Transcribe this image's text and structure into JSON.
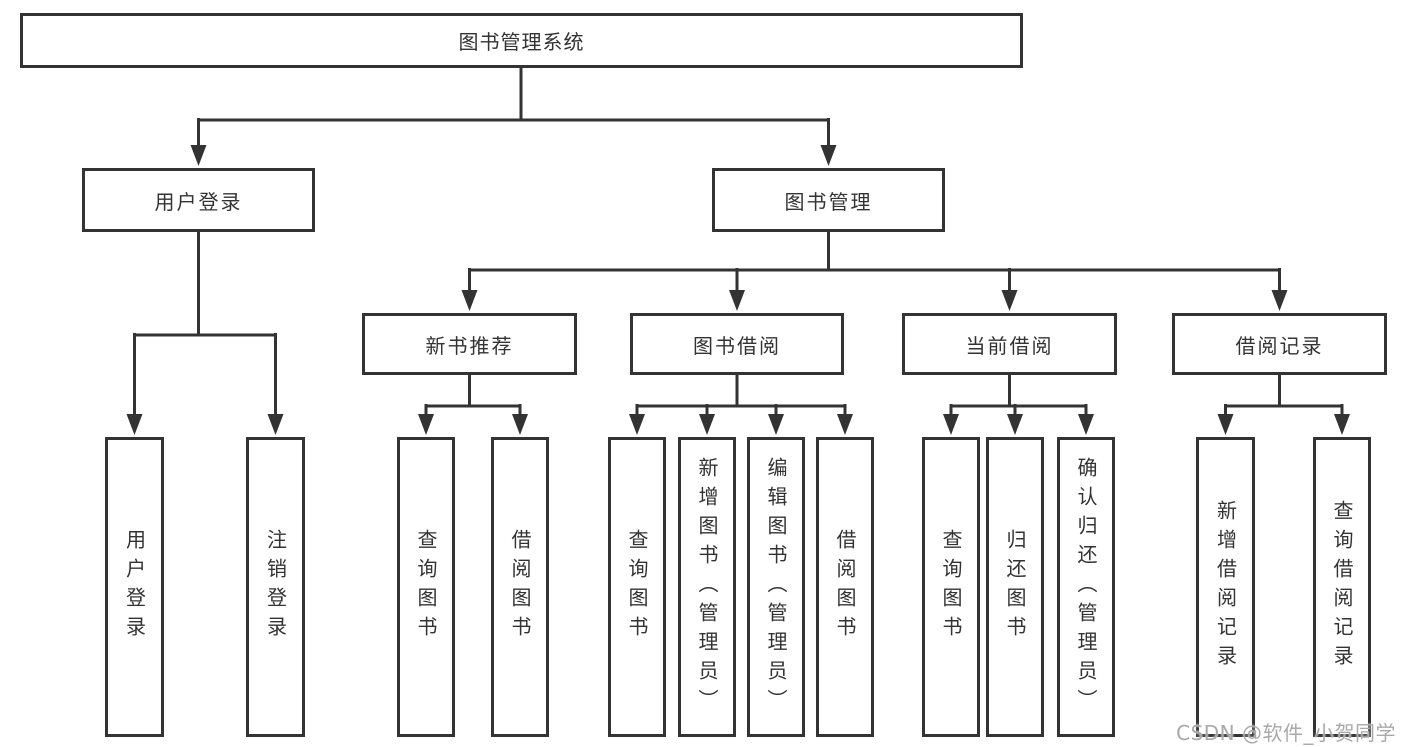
{
  "diagram": {
    "root": {
      "label": "图书管理系统"
    },
    "children": [
      {
        "label": "用户登录",
        "children": [
          {
            "label": "用户登录"
          },
          {
            "label": "注销登录"
          }
        ]
      },
      {
        "label": "图书管理",
        "children": [
          {
            "label": "新书推荐",
            "children": [
              {
                "label": "查询图书"
              },
              {
                "label": "借阅图书"
              }
            ]
          },
          {
            "label": "图书借阅",
            "children": [
              {
                "label": "查询图书"
              },
              {
                "label": "新增图书（管理员）"
              },
              {
                "label": "编辑图书（管理员）"
              },
              {
                "label": "借阅图书"
              }
            ]
          },
          {
            "label": "当前借阅",
            "children": [
              {
                "label": "查询图书"
              },
              {
                "label": "归还图书"
              },
              {
                "label": "确认归还（管理员）"
              }
            ]
          },
          {
            "label": "借阅记录",
            "children": [
              {
                "label": "新增借阅记录"
              },
              {
                "label": "查询借阅记录"
              }
            ]
          }
        ]
      }
    ]
  },
  "watermark": {
    "text": "CSDN @软件_小贺同学"
  },
  "colors": {
    "line": "#333333",
    "text": "#333333",
    "box_background": "#ffffff",
    "page_background": "#ffffff",
    "watermark": "#a9a9a9"
  }
}
